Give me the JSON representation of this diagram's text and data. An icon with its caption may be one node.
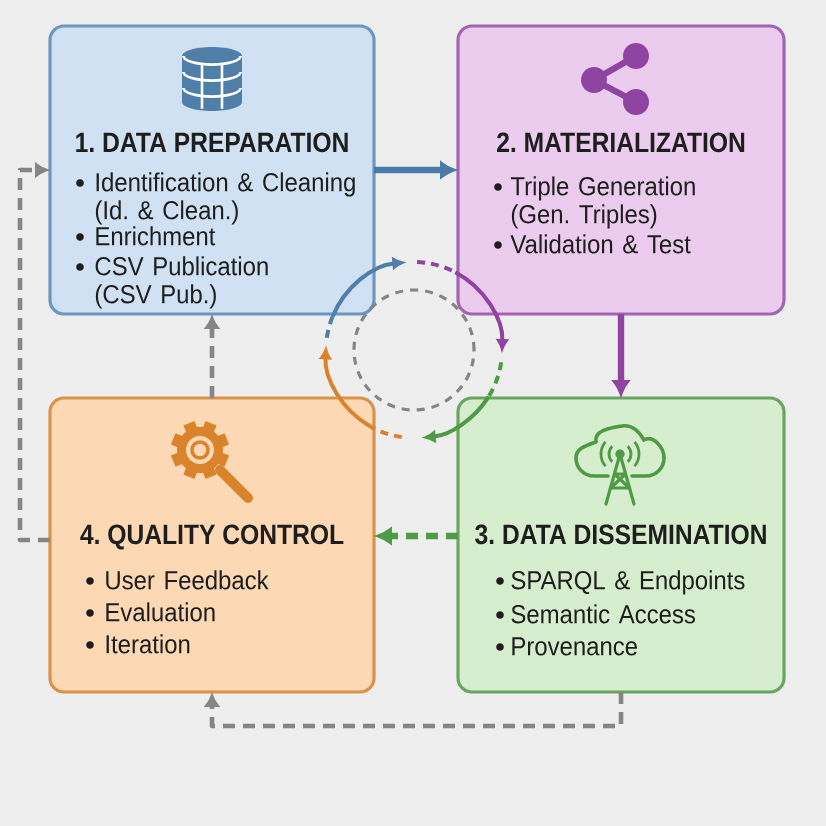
{
  "diagram": {
    "nodes": [
      {
        "text": [
          "1. DATA PREPARATION",
          "Identification & Cleaning (Id. & Clean.)",
          "Enrichment",
          "CSV Publication (CSV Pub.)"
        ]
      },
      {
        "text": [
          "2. MATERIALIZATION",
          "Triple Generation (Gen. Triples)",
          "Validation & Test"
        ]
      },
      {
        "text": [
          "3. DATA DISSEMINATION",
          "SPARQL & Endpoints",
          "Semantic Access",
          "Provenance"
        ]
      },
      {
        "text": [
          "4. QUALITY CONTROL",
          "User Feedback",
          "Evaluation",
          "Iteration"
        ]
      }
    ],
    "edges": [
      {
        "from": 0,
        "to": 1,
        "arrow": "to",
        "color": "#4a7ba6"
      },
      {
        "from": 1,
        "to": 2,
        "arrow": "to",
        "color": "#8e44a0"
      },
      {
        "from": 2,
        "to": 3,
        "arrow": "to",
        "style": "dashed",
        "color": "#4e9a45"
      },
      {
        "from": 3,
        "to": 0,
        "arrow": "to",
        "style": "dashed"
      },
      {
        "from": 2,
        "to": 3,
        "arrow": "to",
        "style": "dashed"
      },
      {
        "from": 3,
        "to": 0,
        "arrow": "to",
        "style": "dashed"
      }
    ]
  }
}
